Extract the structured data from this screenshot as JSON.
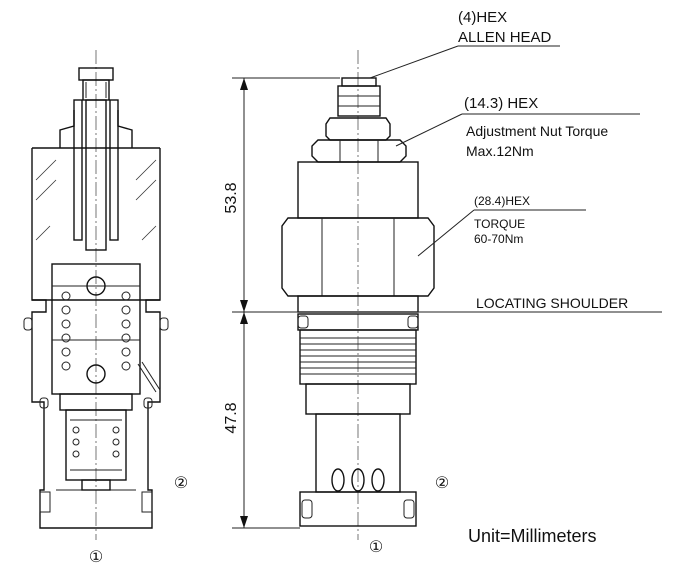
{
  "labels": {
    "allen_hex": "(4)HEX",
    "allen_head": "ALLEN HEAD",
    "adj_hex": "(14.3) HEX",
    "adj_torque": "Adjustment Nut Torque",
    "adj_max": "Max.12Nm",
    "body_hex": "(28.4)HEX",
    "body_torque": "TORQUE",
    "body_torque_range": "60-70Nm",
    "locating_shoulder": "LOCATING SHOULDER",
    "unit": "Unit=Millimeters"
  },
  "dimensions": {
    "upper": "53.8",
    "lower": "47.8"
  },
  "ports": {
    "port1": "①",
    "port2": "②"
  }
}
